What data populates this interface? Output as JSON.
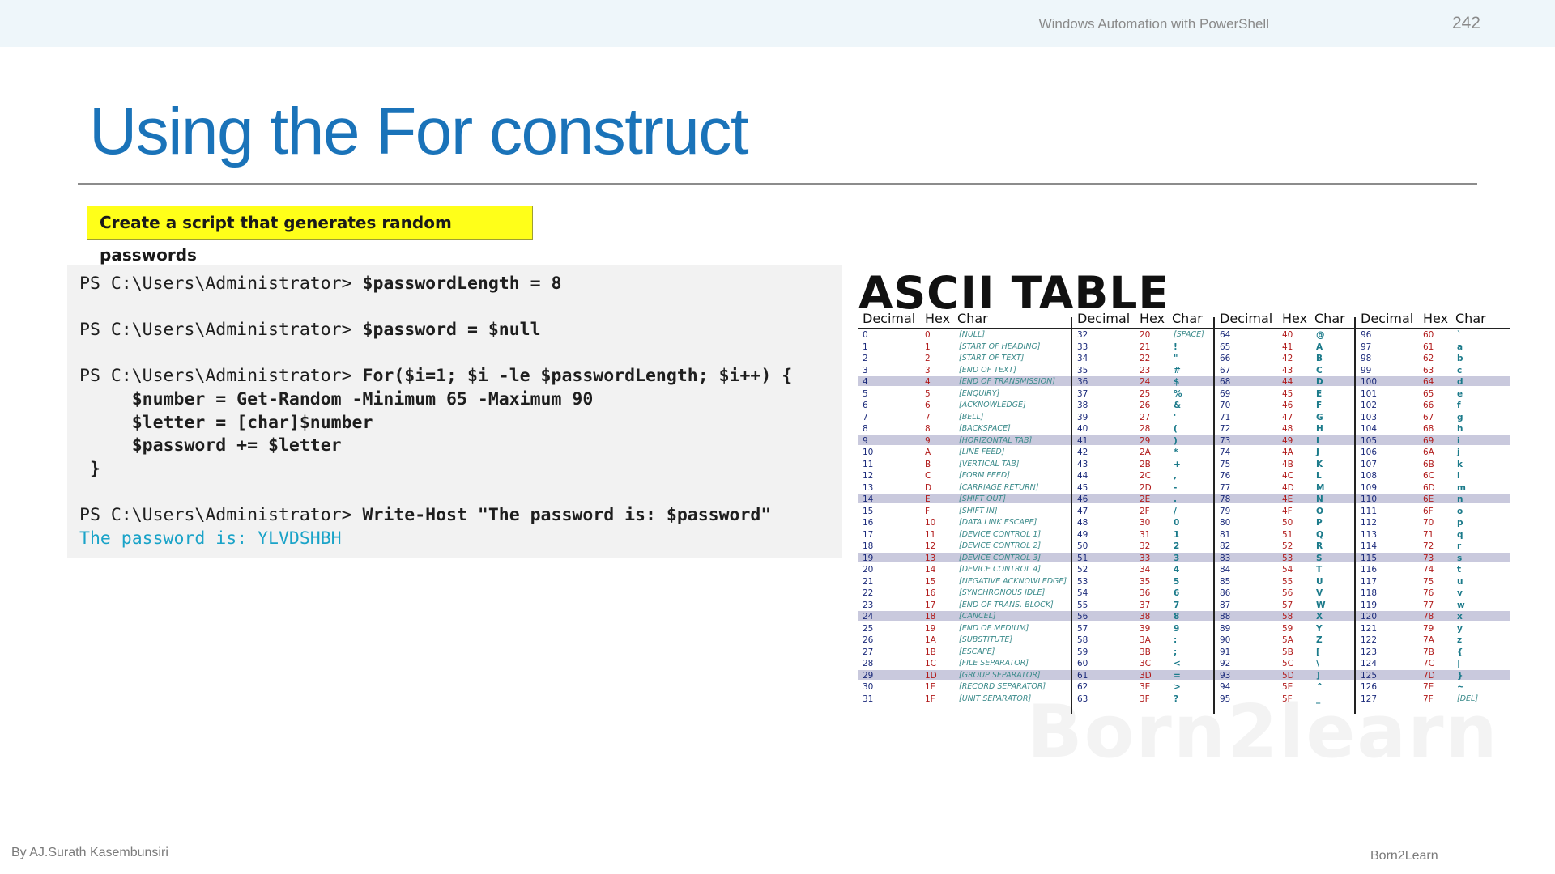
{
  "header": {
    "course_title": "Windows Automation with PowerShell",
    "page_number": "242"
  },
  "slide": {
    "title": "Using the For construct",
    "task_label": "Create a script that generates random passwords"
  },
  "console": {
    "lines": [
      {
        "prompt": "PS C:\\Users\\Administrator> ",
        "cmd": "$passwordLength = 8"
      },
      {
        "blank": true
      },
      {
        "prompt": "PS C:\\Users\\Administrator> ",
        "cmd": "$password = $null"
      },
      {
        "blank": true
      },
      {
        "prompt": "PS C:\\Users\\Administrator> ",
        "cmd": "For($i=1; $i -le $passwordLength; $i++) {"
      },
      {
        "prompt": "     ",
        "cmd": "$number = Get-Random -Minimum 65 -Maximum 90"
      },
      {
        "prompt": "     ",
        "cmd": "$letter = [char]$number"
      },
      {
        "prompt": "     ",
        "cmd": "$password += $letter"
      },
      {
        "prompt": " ",
        "cmd": "}"
      },
      {
        "blank": true
      },
      {
        "prompt": "PS C:\\Users\\Administrator> ",
        "cmd": "Write-Host \"The password is: $password\""
      },
      {
        "output": "The password is: YLVDSHBH"
      }
    ]
  },
  "ascii_table": {
    "title": "ASCII TABLE",
    "headers": [
      "Decimal",
      "Hex",
      "Char"
    ],
    "control_names": [
      "[NULL]",
      "[START OF HEADING]",
      "[START OF TEXT]",
      "[END OF TEXT]",
      "[END OF TRANSMISSION]",
      "[ENQUIRY]",
      "[ACKNOWLEDGE]",
      "[BELL]",
      "[BACKSPACE]",
      "[HORIZONTAL TAB]",
      "[LINE FEED]",
      "[VERTICAL TAB]",
      "[FORM FEED]",
      "[CARRIAGE RETURN]",
      "[SHIFT OUT]",
      "[SHIFT IN]",
      "[DATA LINK ESCAPE]",
      "[DEVICE CONTROL 1]",
      "[DEVICE CONTROL 2]",
      "[DEVICE CONTROL 3]",
      "[DEVICE CONTROL 4]",
      "[NEGATIVE ACKNOWLEDGE]",
      "[SYNCHRONOUS IDLE]",
      "[END OF TRANS. BLOCK]",
      "[CANCEL]",
      "[END OF MEDIUM]",
      "[SUBSTITUTE]",
      "[ESCAPE]",
      "[FILE SEPARATOR]",
      "[GROUP SEPARATOR]",
      "[RECORD SEPARATOR]",
      "[UNIT SEPARATOR]"
    ],
    "space_label": "[SPACE]",
    "del_label": "[DEL]",
    "highlight_color": "#c9c9dd",
    "watermark": "Born2learn"
  },
  "footer": {
    "author": "By AJ.Surath Kasembunsiri",
    "brand": "Born2Learn"
  }
}
